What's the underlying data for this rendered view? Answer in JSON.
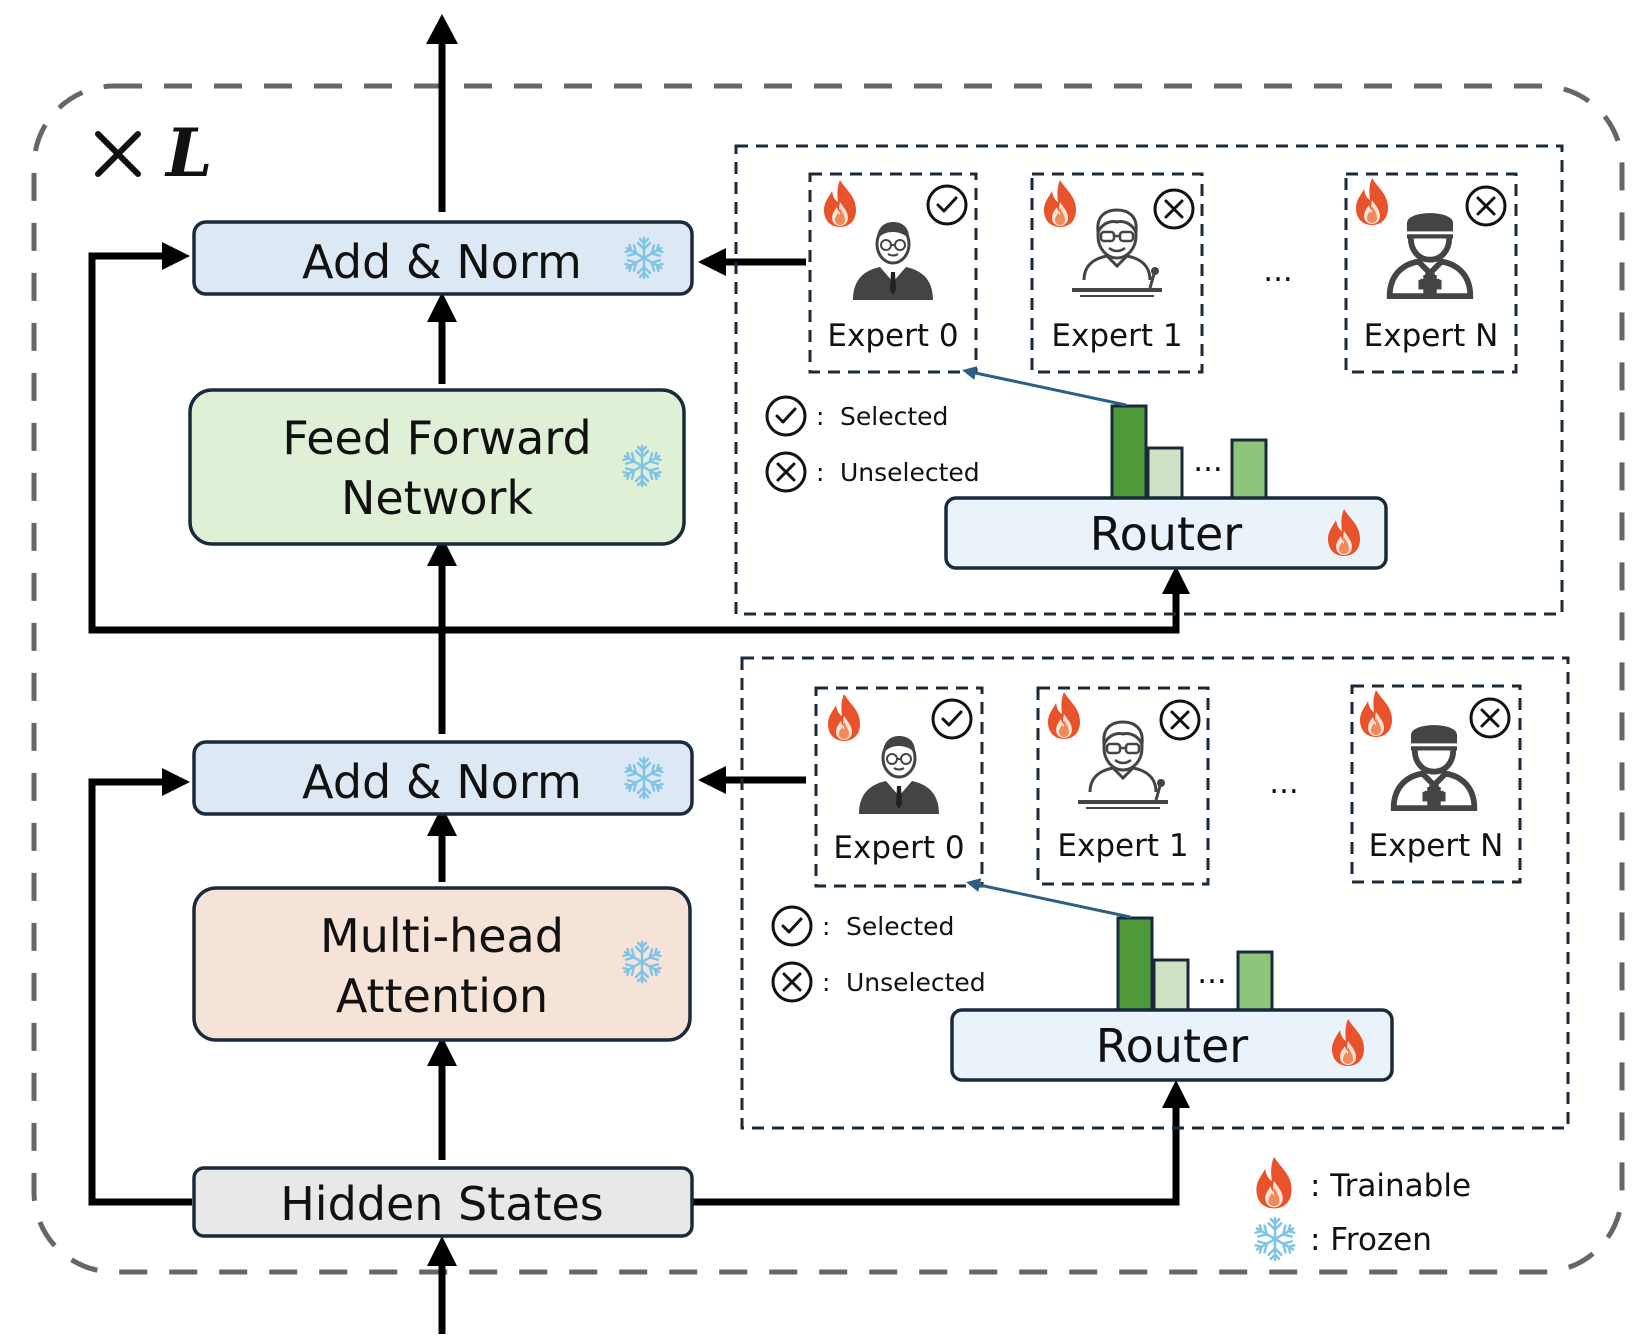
{
  "repeat_label": "× L",
  "blocks": {
    "add_norm_top": "Add & Norm",
    "ffn_line1": "Feed Forward",
    "ffn_line2": "Network",
    "add_norm_bottom": "Add & Norm",
    "mha_line1": "Multi-head",
    "mha_line2": "Attention",
    "hidden_states": "Hidden States"
  },
  "moe_top": {
    "experts": [
      {
        "label": "Expert 0",
        "status": "selected",
        "icon": "businessman-icon"
      },
      {
        "label": "Expert 1",
        "status": "unselected",
        "icon": "professor-icon"
      },
      {
        "label": "Expert N",
        "status": "unselected",
        "icon": "doctor-icon"
      }
    ],
    "ellipsis": "···",
    "router": "Router",
    "bar_ellipsis": "···",
    "legend_selected": "Selected",
    "legend_unselected": "Unselected",
    "legend_sep": ":"
  },
  "moe_bottom": {
    "experts": [
      {
        "label": "Expert 0",
        "status": "selected",
        "icon": "businessman-icon"
      },
      {
        "label": "Expert 1",
        "status": "unselected",
        "icon": "professor-icon"
      },
      {
        "label": "Expert N",
        "status": "unselected",
        "icon": "doctor-icon"
      }
    ],
    "ellipsis": "···",
    "router": "Router",
    "bar_ellipsis": "···",
    "legend_selected": "Selected",
    "legend_unselected": "Unselected",
    "legend_sep": ":"
  },
  "legend": {
    "trainable": ": Trainable",
    "frozen": ": Frozen"
  },
  "colors": {
    "add_norm_fill": "#dde8f5",
    "ffn_fill": "#dff0d6",
    "mha_fill": "#f6e3d8",
    "hidden_fill": "#e8e8e8",
    "router_fill": "#eaf3f9",
    "bar_dark": "#4e9a3b",
    "bar_light": "#cfe3c4",
    "bar_mid": "#8cc47a",
    "flame": "#e8532b",
    "snowflake": "#7fc4e6",
    "router_arrow": "#2c5f86"
  }
}
